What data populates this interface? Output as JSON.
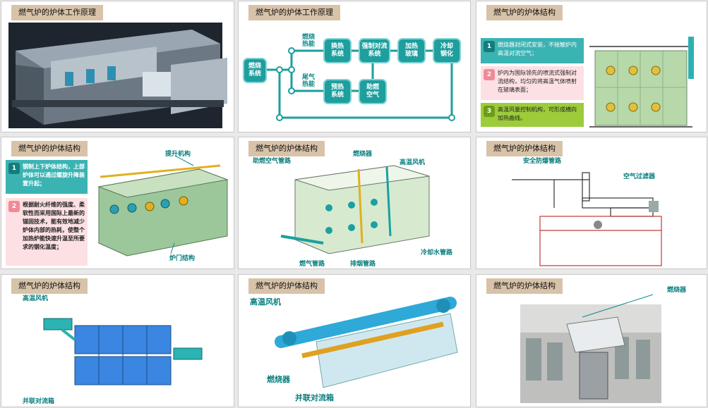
{
  "slides": [
    {
      "title": "燃气炉的炉体工作原理"
    },
    {
      "title": "燃气炉的炉体工作原理",
      "flow": {
        "combustion": "燃烧\n系统",
        "hot_gas": "燃烧\n热能",
        "tail_gas": "尾气\n热能",
        "heat_exchange": "换热\n系统",
        "forced_convection": "强制对流\n系统",
        "heat_glass": "加热\n玻璃",
        "cool_temper": "冷却\n钢化",
        "preheat": "预热\n系统",
        "combustion_air": "助燃\n空气"
      }
    },
    {
      "title": "燃气炉的炉体结构",
      "notes": [
        {
          "num": "1",
          "text": "燃烧器封闭式安装，不接触炉内高温对流空气；"
        },
        {
          "num": "2",
          "text": "炉内为国际领先的喷流式强制对流结构，均匀的将高温气体喷射在玻璃表面；"
        },
        {
          "num": "3",
          "text": "高温风量控制机构，可形成横向加热曲线。"
        }
      ]
    },
    {
      "title": "燃气炉的炉体结构",
      "notes": [
        {
          "num": "1",
          "text": "钢制上下炉体结构，上部炉体可以通过螺旋升降装置升起；"
        },
        {
          "num": "2",
          "text": "根据耐火纤维的强度、柔软性而采用国际上最新的锚固技术，能有效地减少炉体内部的热耗，使整个加热炉能快速升温至所要求的钢化温度；"
        }
      ],
      "labels": {
        "lift": "提升机构",
        "door": "炉门结构"
      }
    },
    {
      "title": "燃气炉的炉体结构",
      "labels": {
        "comb_air_pipe": "助燃空气管路",
        "burner": "燃烧器",
        "hot_fan": "高温风机",
        "gas_pipe": "燃气管路",
        "exhaust": "排烟管路",
        "cool_water": "冷却水管路"
      }
    },
    {
      "title": "燃气炉的炉体结构",
      "labels": {
        "safety_vent": "安全防爆管路",
        "air_filter": "空气过滤器"
      }
    },
    {
      "title": "燃气炉的炉体结构",
      "labels": {
        "hot_fan": "高温风机",
        "parallel_box": "并联对流箱"
      }
    },
    {
      "title": "燃气炉的炉体结构",
      "labels": {
        "hot_fan": "高温风机",
        "burner": "燃烧器",
        "parallel_box": "并联对流箱"
      }
    },
    {
      "title": "燃气炉的炉体结构",
      "labels": {
        "burner": "燃烧器"
      }
    }
  ],
  "colors": {
    "teal": "#1f9e9e",
    "title_bg": "#d8c3a9",
    "pink": "#fde0e3",
    "green": "#9ccc3a"
  }
}
